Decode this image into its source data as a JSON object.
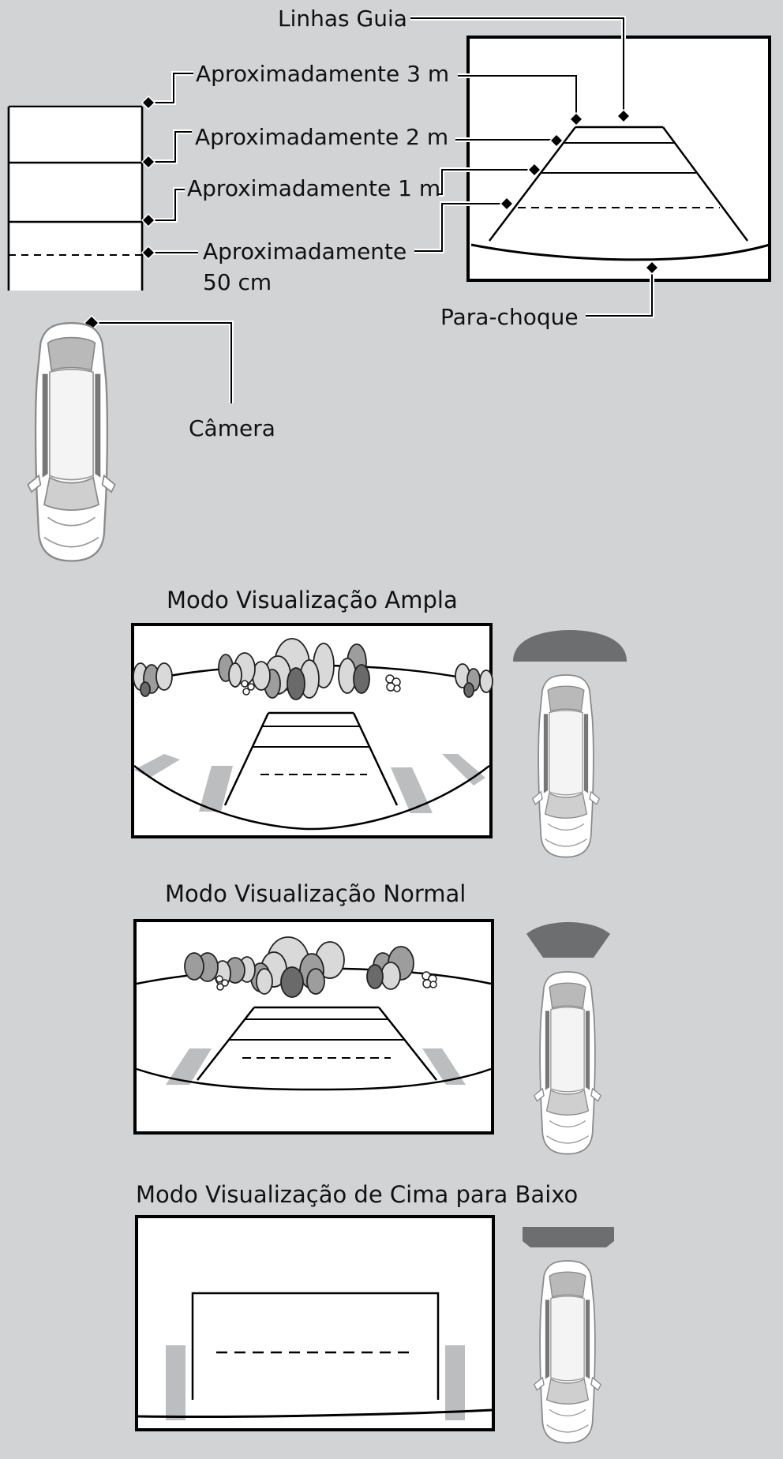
{
  "labels": {
    "guide_lines": "Linhas Guia",
    "approx_3m": "Aproximadamente 3 m",
    "approx_2m": "Aproximadamente 2 m",
    "approx_1m": "Aproximadamente 1 m",
    "approx_50cm_line1": "Aproximadamente",
    "approx_50cm_line2": "50 cm",
    "bumper": "Para-choque",
    "camera": "Câmera"
  },
  "views": [
    {
      "title": "Modo Visualização Ampla"
    },
    {
      "title": "Modo Visualização Normal"
    },
    {
      "title": "Modo Visualização de Cima para Baixo"
    }
  ],
  "colors": {
    "background": "#d2d3d5",
    "coverage_area": "#6d6e70",
    "parking_stripe": "#bcbdbf",
    "tree_light": "#d9d9d9",
    "tree_mid": "#9d9d9d",
    "tree_dark": "#6a6a6a"
  }
}
